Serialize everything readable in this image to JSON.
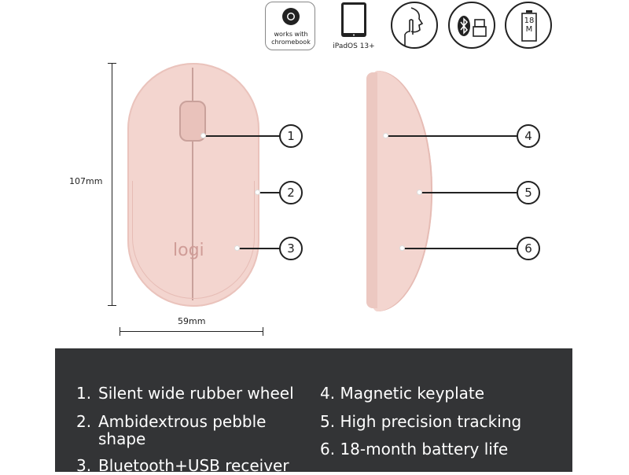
{
  "badges": {
    "chromebook": "works with chromebook",
    "ipad": "iPadOS 13+",
    "battery": "18 M"
  },
  "front_view": {
    "logo": "logi",
    "height_label": "107mm",
    "width_label": "59mm"
  },
  "callouts": [
    "1",
    "2",
    "3",
    "4",
    "5",
    "6"
  ],
  "features": [
    {
      "num": "1.",
      "text": "Silent wide rubber wheel"
    },
    {
      "num": "2.",
      "text": "Ambidextrous pebble shape"
    },
    {
      "num": "3.",
      "text": "Bluetooth+USB receiver"
    },
    {
      "num": "4.",
      "text": "Magnetic keyplate"
    },
    {
      "num": "5.",
      "text": "High precision tracking"
    },
    {
      "num": "6.",
      "text": "18-month battery life"
    }
  ],
  "colors": {
    "mouse": "#f3d5cf",
    "panel": "#333436"
  }
}
